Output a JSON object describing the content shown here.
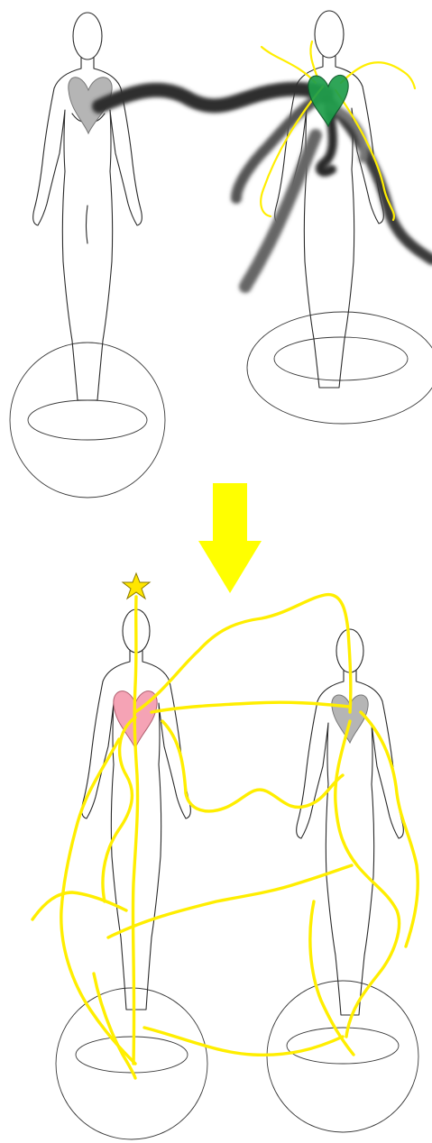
{
  "colors": {
    "background": "#ffffff",
    "outline": "#2a2a2a",
    "energy_line": "#ffee00",
    "arrow": "#ffff00",
    "star": "#ffe600",
    "heart_grey": "#b5b5b5",
    "heart_green": "#1e9e4a",
    "heart_pink": "#f5a3b5",
    "dark_cord": "#3a3a3a"
  },
  "scenes": {
    "before": {
      "left_figure_heart": "heart_grey",
      "right_figure_heart": "heart_green",
      "connection": "dark_cord"
    },
    "after": {
      "left_figure_heart": "heart_pink",
      "right_figure_heart": "heart_grey",
      "connection": "energy_line",
      "crown_icon": "star-icon"
    }
  },
  "transition_icon": "arrow-down-icon"
}
